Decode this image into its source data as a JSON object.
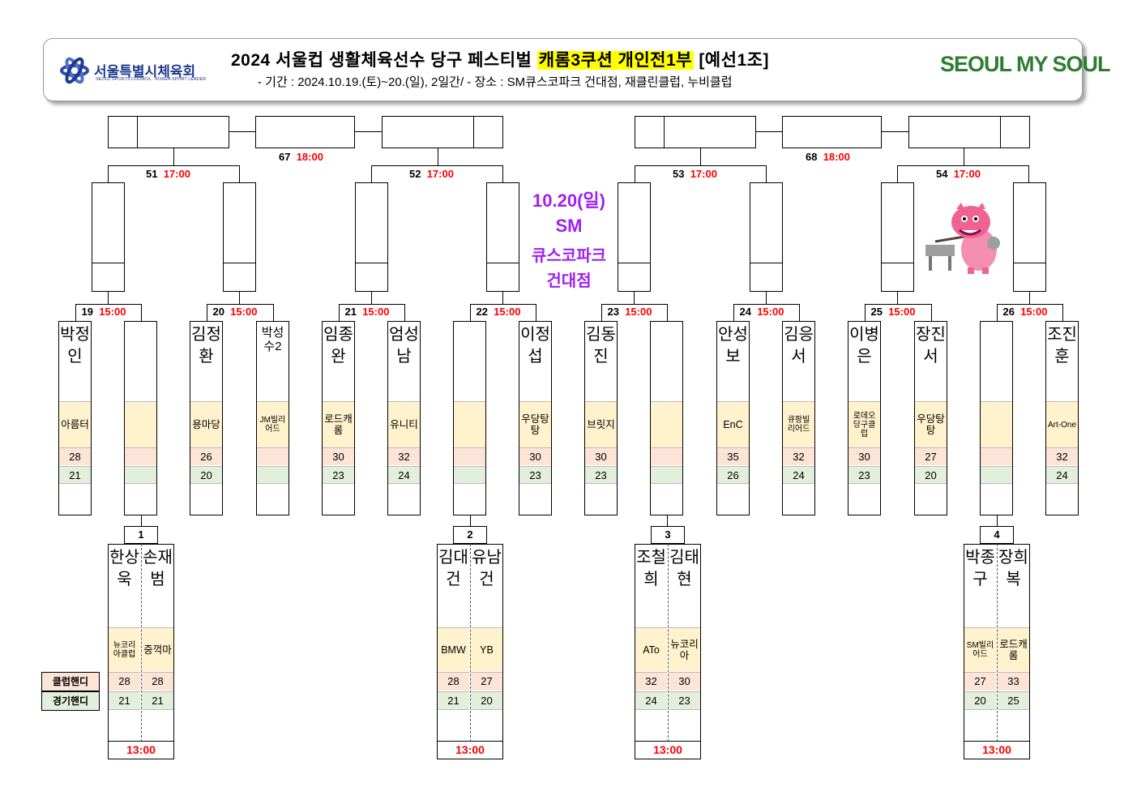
{
  "header": {
    "title_prefix": "2024 서울컵 생활체육선수 당구 페스티벌",
    "title_highlight": "캐롬3쿠션 개인전1부",
    "title_suffix": "[예선1조]",
    "subtitle": "- 기간 : 2024.10.19.(토)~20.(일), 2일간/ - 장소 : SM큐스코파크 건대점, 재클린클럽, 누비클럽",
    "org_name": "서울특별시체육회",
    "org_sub": "SEOUL SPORTS COUNCIL · KOREA SPORT LEADER",
    "brand": "SEOUL MY SOUL"
  },
  "center_info": {
    "date": "10.20(일)",
    "venue1": "SM",
    "venue2": "큐스코파크",
    "venue3": "건대점"
  },
  "legend": {
    "club_handicap": "클럽핸디",
    "game_handicap": "경기핸디"
  },
  "colors": {
    "time": "#ff0000",
    "club_bg": "#fff2cc",
    "club_handi_bg": "#fce4d6",
    "game_handi_bg": "#e2efda",
    "venue": "#a020f0"
  },
  "matches": {
    "m67": {
      "num": "67",
      "time": "18:00"
    },
    "m68": {
      "num": "68",
      "time": "18:00"
    },
    "m51": {
      "num": "51",
      "time": "17:00"
    },
    "m52": {
      "num": "52",
      "time": "17:00"
    },
    "m53": {
      "num": "53",
      "time": "17:00"
    },
    "m54": {
      "num": "54",
      "time": "17:00"
    },
    "m19": {
      "num": "19",
      "time": "15:00"
    },
    "m20": {
      "num": "20",
      "time": "15:00"
    },
    "m21": {
      "num": "21",
      "time": "15:00"
    },
    "m22": {
      "num": "22",
      "time": "15:00"
    },
    "m23": {
      "num": "23",
      "time": "15:00"
    },
    "m24": {
      "num": "24",
      "time": "15:00"
    },
    "m25": {
      "num": "25",
      "time": "15:00"
    },
    "m26": {
      "num": "26",
      "time": "15:00"
    },
    "m1": {
      "num": "1",
      "time": "13:00"
    },
    "m2": {
      "num": "2",
      "time": "13:00"
    },
    "m3": {
      "num": "3",
      "time": "13:00"
    },
    "m4": {
      "num": "4",
      "time": "13:00"
    }
  },
  "r16": [
    {
      "name": "박정인",
      "club": "아름터",
      "club_h": "28",
      "game_h": "21"
    },
    {
      "name": "",
      "club": "",
      "club_h": "",
      "game_h": ""
    },
    {
      "name": "김정환",
      "club": "용마당",
      "club_h": "26",
      "game_h": "20"
    },
    {
      "name": "박성수2",
      "club": "JM빌리어드",
      "club_h": "",
      "game_h": ""
    },
    {
      "name": "임종완",
      "club": "로드캐롬",
      "club_h": "30",
      "game_h": "23"
    },
    {
      "name": "엄성남",
      "club": "유니티",
      "club_h": "32",
      "game_h": "24"
    },
    {
      "name": "",
      "club": "",
      "club_h": "",
      "game_h": ""
    },
    {
      "name": "이정섭",
      "club": "우당탕탕",
      "club_h": "30",
      "game_h": "23"
    },
    {
      "name": "김동진",
      "club": "브릿지",
      "club_h": "30",
      "game_h": "23"
    },
    {
      "name": "",
      "club": "",
      "club_h": "",
      "game_h": ""
    },
    {
      "name": "안성보",
      "club": "EnC",
      "club_h": "35",
      "game_h": "26"
    },
    {
      "name": "김응서",
      "club": "큐팡빌리어드",
      "club_h": "32",
      "game_h": "24"
    },
    {
      "name": "이병은",
      "club": "로데오당구클럽",
      "club_h": "30",
      "game_h": "23"
    },
    {
      "name": "장진서",
      "club": "우당탕탕",
      "club_h": "27",
      "game_h": "20"
    },
    {
      "name": "",
      "club": "",
      "club_h": "",
      "game_h": ""
    },
    {
      "name": "조진훈",
      "club": "Art-One",
      "club_h": "32",
      "game_h": "24"
    }
  ],
  "prelim": [
    {
      "p1": {
        "name": "한상욱",
        "club": "뉴코리아클럽",
        "club_h": "28",
        "game_h": "21"
      },
      "p2": {
        "name": "손재범",
        "club": "중꺽마",
        "club_h": "28",
        "game_h": "21"
      }
    },
    {
      "p1": {
        "name": "김대건",
        "club": "BMW",
        "club_h": "28",
        "game_h": "21"
      },
      "p2": {
        "name": "유남건",
        "club": "YB",
        "club_h": "27",
        "game_h": "20"
      }
    },
    {
      "p1": {
        "name": "조철희",
        "club": "ATo",
        "club_h": "32",
        "game_h": "24"
      },
      "p2": {
        "name": "김태현",
        "club": "뉴코리아",
        "club_h": "30",
        "game_h": "23"
      }
    },
    {
      "p1": {
        "name": "박종구",
        "club": "SM빌리어드",
        "club_h": "27",
        "game_h": "20"
      },
      "p2": {
        "name": "장희복",
        "club": "로드캐롬",
        "club_h": "33",
        "game_h": "25"
      }
    }
  ]
}
